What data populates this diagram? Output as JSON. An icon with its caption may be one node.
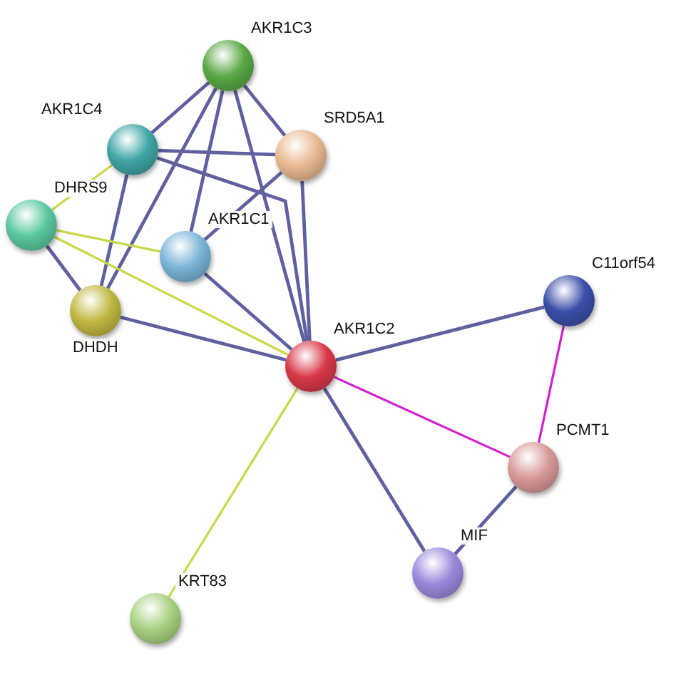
{
  "diagram": {
    "nodes": [
      {
        "text": [
          "AKR1C3"
        ]
      },
      {
        "text": [
          "AKR1C4"
        ]
      },
      {
        "text": [
          "SRD5A1"
        ]
      },
      {
        "text": [
          "DHRS9"
        ]
      },
      {
        "text": [
          "AKR1C1"
        ]
      },
      {
        "text": [
          "DHDH"
        ]
      },
      {
        "text": [
          "AKR1C2"
        ]
      },
      {
        "text": [
          "C11orf54"
        ]
      },
      {
        "text": [
          "PCMT1"
        ]
      },
      {
        "text": [
          "MIF"
        ]
      },
      {
        "text": [
          "KRT83"
        ]
      }
    ],
    "edges": [
      {
        "from": 0,
        "to": 1,
        "arrow": "none"
      },
      {
        "from": 0,
        "to": 2,
        "arrow": "none"
      },
      {
        "from": 0,
        "to": 4,
        "arrow": "none"
      },
      {
        "from": 0,
        "to": 5,
        "arrow": "none"
      },
      {
        "from": 0,
        "to": 6,
        "arrow": "none"
      },
      {
        "from": 1,
        "to": 2,
        "arrow": "none"
      },
      {
        "from": 1,
        "to": 3,
        "arrow": "none",
        "color": "#c8d848"
      },
      {
        "from": 1,
        "to": 5,
        "arrow": "none"
      },
      {
        "from": 1,
        "to": 6,
        "arrow": "none"
      },
      {
        "from": 2,
        "to": 4,
        "arrow": "none"
      },
      {
        "from": 2,
        "to": 6,
        "arrow": "none"
      },
      {
        "from": 3,
        "to": 4,
        "arrow": "none",
        "color": "#c8d848"
      },
      {
        "from": 3,
        "to": 5,
        "arrow": "none"
      },
      {
        "from": 3,
        "to": 6,
        "arrow": "none",
        "color": "#c8d848"
      },
      {
        "from": 4,
        "to": 6,
        "arrow": "none"
      },
      {
        "from": 5,
        "to": 6,
        "arrow": "none"
      },
      {
        "from": 6,
        "to": 7,
        "arrow": "none"
      },
      {
        "from": 6,
        "to": 8,
        "arrow": "none",
        "color": "#d020d0"
      },
      {
        "from": 6,
        "to": 9,
        "arrow": "none"
      },
      {
        "from": 6,
        "to": 10,
        "arrow": "none",
        "color": "#c8d848"
      },
      {
        "from": 7,
        "to": 8,
        "arrow": "none",
        "color": "#d020d0"
      },
      {
        "from": 8,
        "to": 9,
        "arrow": "none"
      }
    ]
  }
}
